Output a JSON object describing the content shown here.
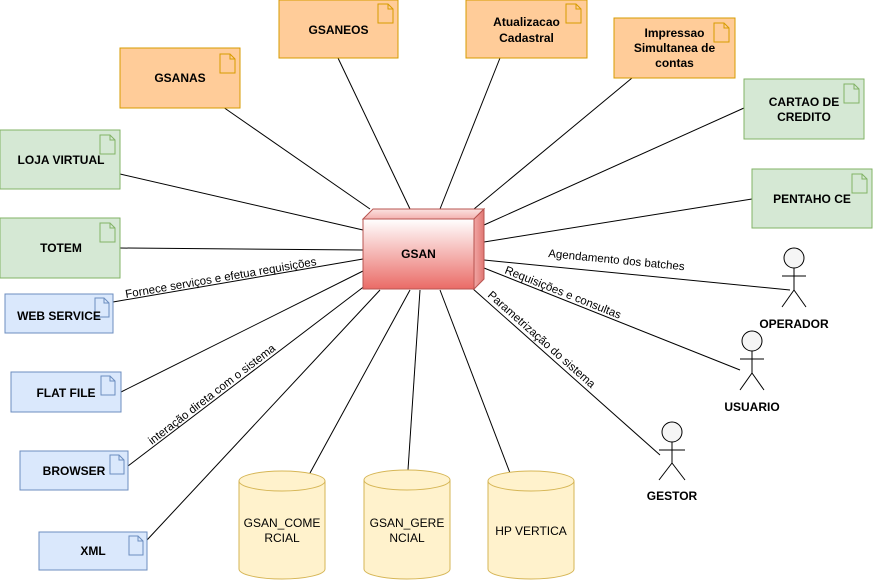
{
  "colors": {
    "orange_fill": "#ffcc99",
    "orange_stroke": "#d79b00",
    "green_fill": "#d5e8d4",
    "green_stroke": "#82b366",
    "blue_fill": "#dae8fc",
    "blue_stroke": "#6c8ebf",
    "cylinder_fill": "#fff2cc",
    "cylinder_stroke": "#d6b656",
    "central_fill": "#f8cecc",
    "central_stroke": "#b85450"
  },
  "central": {
    "label": "GSAN"
  },
  "orange_docs": {
    "gsanas": "GSANAS",
    "gsaneos": "GSANEOS",
    "atualizacao": [
      "Atualizacao",
      "Cadastral"
    ],
    "impressao": [
      "Impressao",
      "Simultanea de",
      "contas"
    ]
  },
  "green_docs": {
    "cartao": [
      "CARTAO DE",
      "CREDITO"
    ],
    "pentaho": "PENTAHO CE",
    "loja": "LOJA VIRTUAL",
    "totem": "TOTEM"
  },
  "blue_docs": {
    "webservice": "WEB SERVICE",
    "flatfile": "FLAT FILE",
    "browser": "BROWSER",
    "xml": "XML"
  },
  "databases": {
    "comercial": [
      "GSAN_COME",
      "RCIAL"
    ],
    "gerencial": [
      "GSAN_GERE",
      "NCIAL"
    ],
    "vertica": "HP VERTICA"
  },
  "actors": {
    "operador": "OPERADOR",
    "usuario": "USUARIO",
    "gestor": "GESTOR"
  },
  "edge_labels": {
    "webservice": "Fornece serviços e efetua requisições",
    "browser": "interação direta com o sistema",
    "operador": "Agendamento dos batches",
    "usuario": "Requisições e consultas",
    "gestor": "Parametrização do sistema"
  }
}
